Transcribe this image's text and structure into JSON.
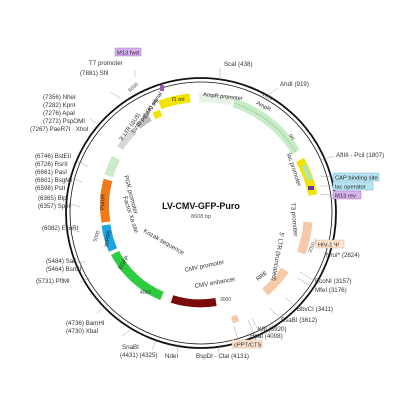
{
  "plasmid": {
    "name": "LV-CMV-GFP-Puro",
    "size": "8608 bp"
  },
  "features": {
    "f1_ori": "f1 ori",
    "amp_promoter": "AmpR promoter",
    "ampr": "AmpR",
    "ori": "ori",
    "lac_promoter": "lac promoter",
    "t3_promoter": "T3 promoter",
    "ltr5": "5' LTR (truncated)",
    "rre": "RRE",
    "kozak": "Kozak sequence",
    "cmv_promoter": "CMV promoter",
    "cmv_enhancer": "CMV enhancer",
    "egfp": "EGFP",
    "wpre": "WPRE",
    "puror": "PuroR",
    "pgk_promoter": "PGK promoter",
    "factor_xa": "Factor Xa site",
    "ltr3": "3' LTR (ΔU3)",
    "sv40_polya": "SV40 poly(A) signal",
    "sv40_ori": "SV40 ori"
  },
  "ticks": {
    "t1000": "1000",
    "t2000": "2000",
    "t3000": "3000",
    "t4000": "4000",
    "t5000": "5000",
    "t6000": "6000"
  },
  "callouts": {
    "m13_fwd": "M13 fwd",
    "cap_binding": "CAP binding site",
    "lac_operator": "lac operator",
    "m13_rev": "M13 rev",
    "hiv_psi": "HIV-1 Ψ",
    "cppt": "cPPT/CTS"
  },
  "sites": [
    "ScaI (438)",
    "AhdI (919)",
    "AfIIII - PciI (1807)",
    "NruI* (2824)",
    "EcoNI (3157)",
    "MfeI (3176)",
    "BbvCI (3411)",
    "BsaBI (3612)",
    "KflI (3920)",
    "HpaI (4008)",
    "BspDI - ClaI (4131)",
    "NdeI",
    "SnaBI",
    "(4431) (4325)",
    "(4736) BamHI",
    "(4730) XbaI",
    "(5731) PflMI",
    "(5484) SalI",
    "(5464) BsrGI",
    "(6082) EcoRI",
    "(6365) BlpI",
    "(6357) SpeI",
    "(6746) BstEII",
    "(6726) RsrII",
    "(6661) PasI",
    "(6601) BsgMI",
    "(6598) PstI",
    "(7356) NheI",
    "(7282) KpnI",
    "(7276) ApaI",
    "(7272) PspOMI",
    "(7267) PaeR7I · XhoI",
    "(7881) SfiI",
    "T7 promoter"
  ]
}
